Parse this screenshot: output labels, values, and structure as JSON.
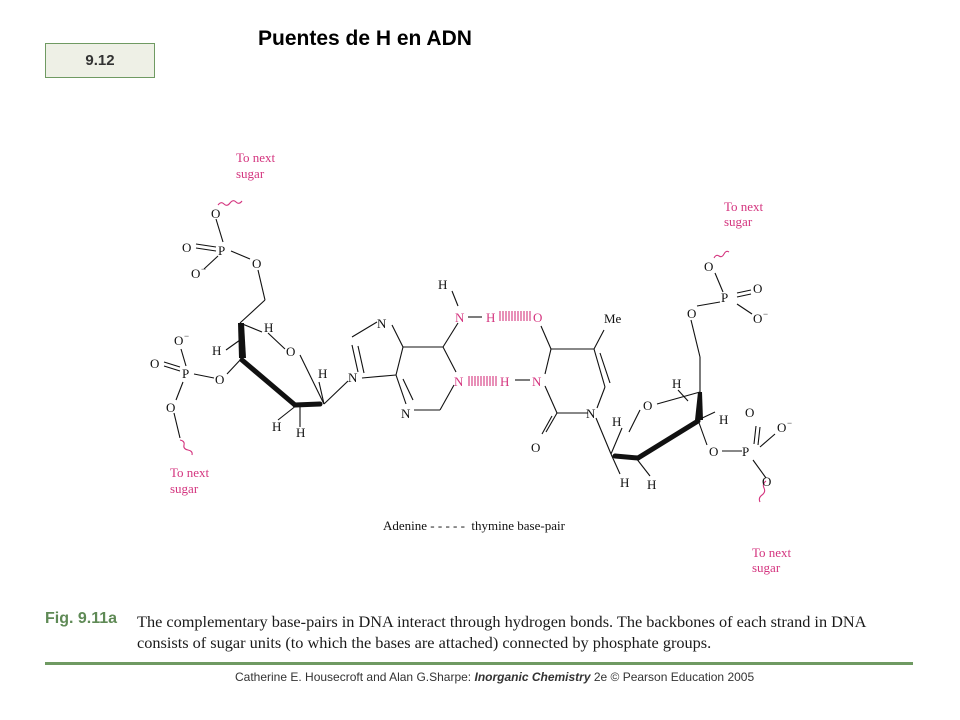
{
  "slide": {
    "number": "9.12",
    "title": "Puentes de H en ADN"
  },
  "diagram": {
    "pink_color": "#d4357f",
    "to_next_sugar": [
      "To next",
      "sugar"
    ],
    "labels": {
      "O": "O",
      "P": "P",
      "O_minus": "O",
      "minus": "−",
      "H": "H",
      "N": "N",
      "Me": "Me"
    },
    "subcaption": "Adenine - - - - -  thymine base-pair"
  },
  "caption": {
    "label": "Fig. 9.11a",
    "text": "The complementary base-pairs in DNA interact through hydrogen bonds. The backbones of each strand in DNA consists of sugar units (to which the bases are attached) connected by phosphate groups."
  },
  "footer": {
    "authors": "Catherine E. Housecroft and Alan G.Sharpe: ",
    "book": "Inorganic Chemistry",
    "edition": " 2e © Pearson Education 2005"
  }
}
